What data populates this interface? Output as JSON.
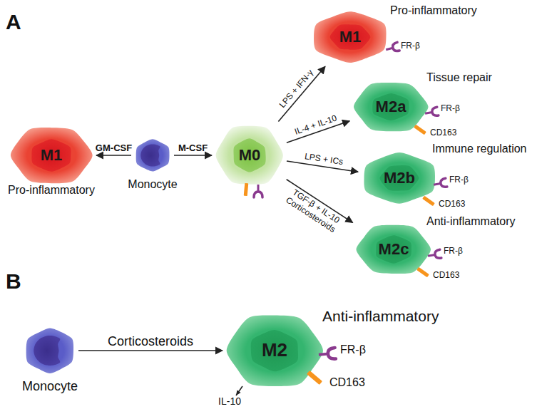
{
  "diagram": {
    "nodes": [
      {
        "text": [
          "M1",
          "Pro-inflammatory"
        ]
      },
      {
        "text": [
          "Monocyte"
        ]
      },
      {
        "text": [
          "M0"
        ]
      },
      {
        "text": [
          "M1",
          "Pro-inflammatory"
        ]
      },
      {
        "text": [
          "M2a",
          "Tissue repair"
        ]
      },
      {
        "text": [
          "M2b",
          "Immune regulation"
        ]
      },
      {
        "text": [
          "M2c",
          "Anti-inflammatory"
        ]
      },
      {
        "text": [
          "Monocyte"
        ]
      },
      {
        "text": [
          "M2",
          "Anti-inflammatory"
        ]
      }
    ],
    "edges": [
      {
        "from": 1,
        "to": 0,
        "arrow": "to",
        "label": "GM-CSF"
      },
      {
        "from": 1,
        "to": 2,
        "arrow": "to",
        "label": "M-CSF"
      },
      {
        "from": 2,
        "to": 3,
        "arrow": "to",
        "label": "LPS + IFN-γ"
      },
      {
        "from": 2,
        "to": 4,
        "arrow": "to",
        "label": "IL-4 + IL-10"
      },
      {
        "from": 2,
        "to": 5,
        "arrow": "to",
        "label": "LPS + ICs"
      },
      {
        "from": 2,
        "to": 6,
        "arrow": "to",
        "label": "TGF-β + IL-10 Corticosteroids"
      },
      {
        "from": 7,
        "to": 8,
        "arrow": "to",
        "label": "Corticosteroids"
      }
    ],
    "labels": [
      "A",
      "FR-β",
      "FR-β",
      "CD163",
      "FR-β",
      "CD163",
      "FR-β",
      "CD163",
      "B",
      "FR-β",
      "CD163",
      "IL-10"
    ]
  }
}
